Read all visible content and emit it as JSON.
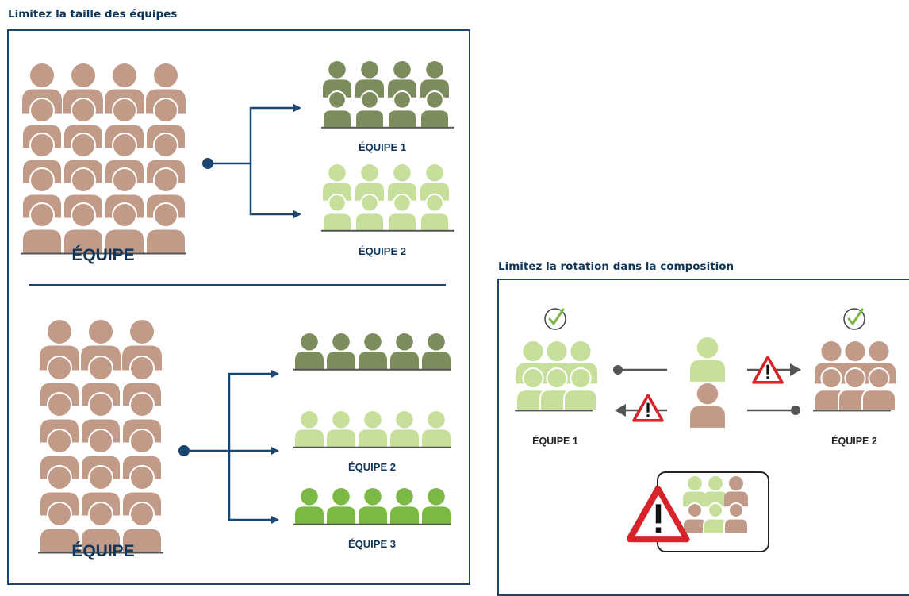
{
  "panel_left": {
    "title": "Limitez la taille des équipes",
    "top_source_label": "ÉQUIPE",
    "top_teams": [
      "ÉQUIPE 1",
      "ÉQUIPE 2"
    ],
    "bottom_source_label": "ÉQUIPE",
    "bottom_teams": [
      "ÉQUIPE 2",
      "ÉQUIPE 3"
    ]
  },
  "panel_right": {
    "title": "Limitez la rotation dans la composition",
    "team_left_label": "ÉQUIPE 1",
    "team_right_label": "ÉQUIPE 2"
  },
  "colors": {
    "navy": "#1a4670",
    "title_navy": "#0f3558",
    "tan": "#c29a88",
    "olive": "#7c8c5c",
    "light_green": "#c6e09c",
    "bright_green": "#7cb844",
    "warning_red": "#d7242a",
    "gray": "#555555"
  },
  "icons": [
    "check-circle-icon",
    "warning-icon",
    "person-icon",
    "arrow-right-icon",
    "arrow-left-icon"
  ]
}
